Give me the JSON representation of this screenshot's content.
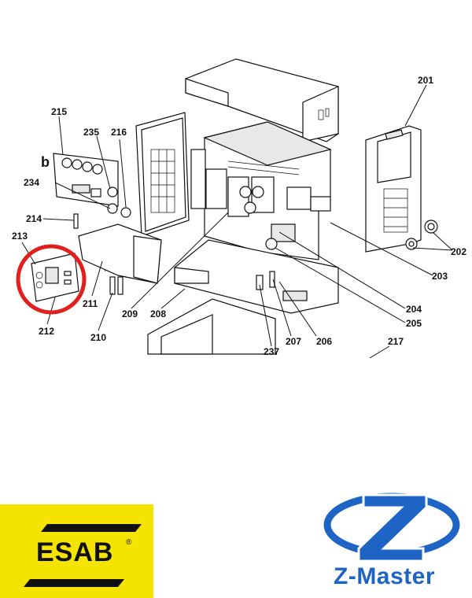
{
  "diagram": {
    "callouts": [
      {
        "id": "201",
        "label": "201"
      },
      {
        "id": "202",
        "label": "202"
      },
      {
        "id": "203",
        "label": "203"
      },
      {
        "id": "204",
        "label": "204"
      },
      {
        "id": "205",
        "label": "205"
      },
      {
        "id": "206",
        "label": "206"
      },
      {
        "id": "207",
        "label": "207"
      },
      {
        "id": "208",
        "label": "208"
      },
      {
        "id": "209",
        "label": "209"
      },
      {
        "id": "210",
        "label": "210"
      },
      {
        "id": "211",
        "label": "211"
      },
      {
        "id": "212",
        "label": "212"
      },
      {
        "id": "213",
        "label": "213"
      },
      {
        "id": "214",
        "label": "214"
      },
      {
        "id": "215",
        "label": "215"
      },
      {
        "id": "216",
        "label": "216"
      },
      {
        "id": "217",
        "label": "217"
      },
      {
        "id": "234",
        "label": "234"
      },
      {
        "id": "235",
        "label": "235"
      },
      {
        "id": "237",
        "label": "237"
      }
    ],
    "detail_letter": "b",
    "highlight_color": "#e0201c"
  },
  "logos": {
    "esab_name": "ESAB",
    "esab_mark": "®",
    "esab_color": "#f5e400",
    "zmaster_name": "Z-Master",
    "zmaster_color": "#1d64c4"
  }
}
